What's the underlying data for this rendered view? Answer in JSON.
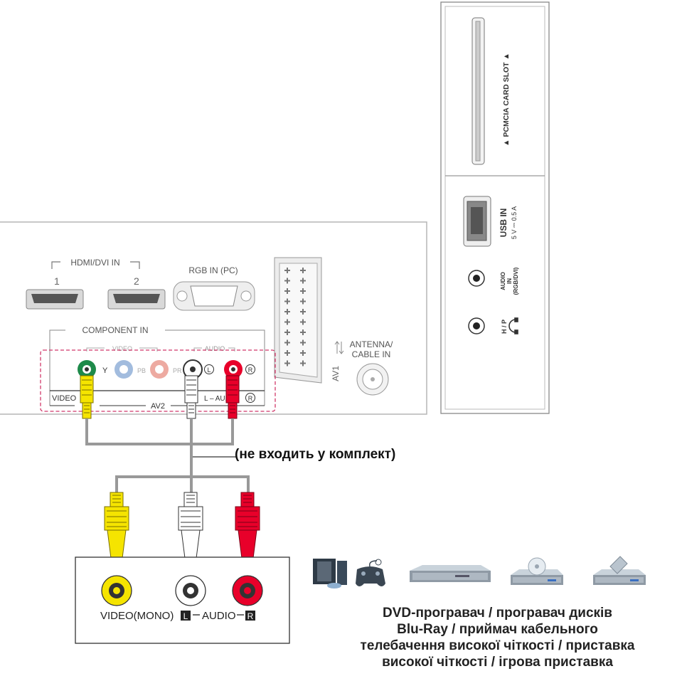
{
  "tv_panel": {
    "hdmi_title": "HDMI/DVI IN",
    "hdmi_ports": [
      "1",
      "2"
    ],
    "rgb_label": "RGB IN (PC)",
    "component_title": "COMPONENT IN",
    "video_group": "VIDEO",
    "audio_group": "AUDIO",
    "y_label": "Y",
    "pb_label": "PB",
    "pr_label": "PR",
    "audio_l": "L",
    "audio_r": "R",
    "video_label": "VIDEO",
    "av2_label": "AV2",
    "l_audio_label": "L – AUDIO",
    "r_mark": "R",
    "av1_label": "AV1",
    "antenna_line1": "ANTENNA/",
    "antenna_line2": "CABLE IN"
  },
  "side_panel": {
    "pcmcia_label": "▲ PCMCIA CARD SLOT ▲",
    "usb_label": "USB IN",
    "usb_rating": "5 V ⎓ 0.5 A",
    "audio_in_line1": "AUDIO",
    "audio_in_line2": "IN",
    "audio_in_line3": "(RGB/DVI)",
    "hp_label": "H / P"
  },
  "cable_note": "(не входить у комплект)",
  "device_panel": {
    "label_video": "VIDEO(MONO)",
    "label_l": "L",
    "label_audio": "AUDIO",
    "label_r": "R"
  },
  "device_icons": [
    "media-player-icon",
    "gamepad-icon",
    "dvd-player-icon",
    "blu-ray-player-icon",
    "set-top-box-icon"
  ],
  "caption": [
    "DVD-програвач / програвач дисків",
    "Blu-Ray / приймач кабельного",
    "телебачення високої чіткості / приставка",
    "високої чіткості / ігрова приставка"
  ],
  "colors": {
    "yellow": "#f5e400",
    "white": "#ffffff",
    "red": "#e8002a",
    "green": "#1e8a4a",
    "blue": "#7a9fd0",
    "pink": "#e8958a",
    "dashed": "#d1386a",
    "panel_line": "#9a9a9a"
  }
}
